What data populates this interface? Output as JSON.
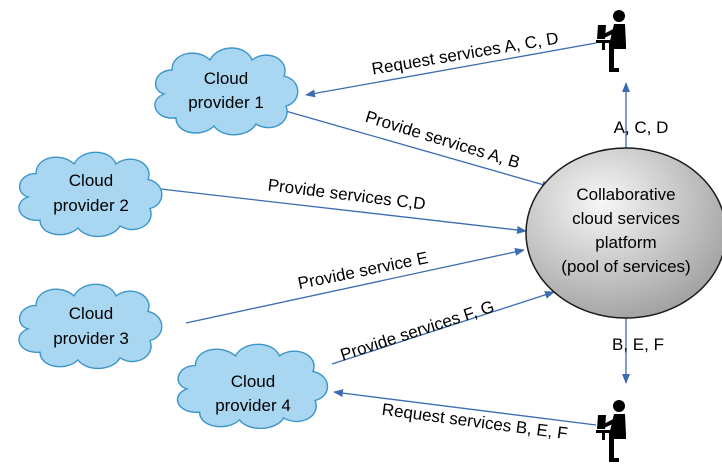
{
  "diagram": {
    "colors": {
      "cloud_fill": "#a9d7f1",
      "cloud_stroke": "#3c95c9",
      "arrow": "#3b6cb1",
      "platform_fill_light": "#f7f7f7",
      "platform_fill_dark": "#a3a3a3",
      "platform_stroke": "#1a1a1a",
      "user_icon": "#000000"
    },
    "clouds": [
      {
        "line1": "Cloud",
        "line2": "provider 1"
      },
      {
        "line1": "Cloud",
        "line2": "provider 2"
      },
      {
        "line1": "Cloud",
        "line2": "provider 3"
      },
      {
        "line1": "Cloud",
        "line2": "provider 4"
      }
    ],
    "platform": {
      "lines": [
        "Collaborative",
        "cloud services",
        "platform",
        "(pool of services)"
      ]
    },
    "edges": {
      "request_top": "Request services A, C, D",
      "provide_1": "Provide services A, B",
      "provide_2": "Provide services C,D",
      "provide_3": "Provide service E",
      "provide_4": "Provide services F, G",
      "deliver_top": "A, C, D",
      "deliver_bottom": "B, E, F",
      "request_bottom": "Request services B, E, F"
    },
    "users": [
      {
        "icon": "user-at-computer-icon"
      },
      {
        "icon": "user-at-computer-icon"
      }
    ]
  }
}
